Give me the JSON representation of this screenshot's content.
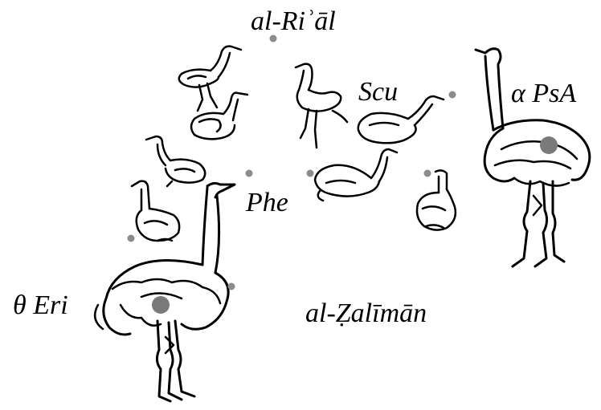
{
  "labels": {
    "top": "al-Riʾāl",
    "scu": "Scu",
    "alpha_psa": "α PsA",
    "phe": "Phe",
    "theta_eri": "θ Eri",
    "zalman": "al-Ẓalīmān"
  },
  "colors": {
    "ink": "#000000",
    "star_small": "#8c8c8c",
    "star_large": "#7a7a7a"
  },
  "stars": [
    {
      "name": "star-al-rial",
      "size": "small"
    },
    {
      "name": "star-scu",
      "size": "small"
    },
    {
      "name": "star-phe-left",
      "size": "small"
    },
    {
      "name": "star-phe-mid",
      "size": "small"
    },
    {
      "name": "star-phe-right",
      "size": "small"
    },
    {
      "name": "star-left-chick",
      "size": "small"
    },
    {
      "name": "star-theta-eri-near",
      "size": "small"
    },
    {
      "name": "star-theta-eri",
      "size": "large"
    },
    {
      "name": "star-alpha-psa",
      "size": "large"
    }
  ]
}
